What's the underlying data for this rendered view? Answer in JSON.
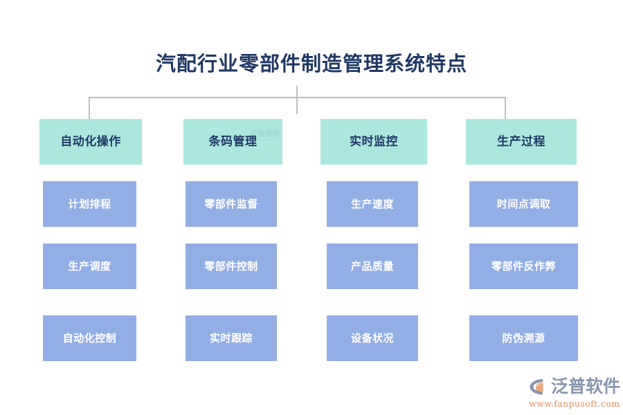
{
  "page": {
    "title": "汽配行业零部件制造管理系统特点",
    "background_color": "#ffffff",
    "title_color": "#1f3864",
    "header_box_color": "#abe7df",
    "leaf_box_color": "#93aee5",
    "connector_color": "#bfbfbf"
  },
  "columns": [
    {
      "header": "自动化操作",
      "items": [
        "计划排程",
        "生产调度",
        "自动化控制"
      ]
    },
    {
      "header": "条码管理",
      "items": [
        "零部件监督",
        "零部件控制",
        "实时跟踪"
      ]
    },
    {
      "header": "实时监控",
      "items": [
        "生产速度",
        "产品质量",
        "设备状况"
      ]
    },
    {
      "header": "生产过程",
      "items": [
        "时间点调取",
        "零部件反作弊",
        "防伪溯源"
      ]
    }
  ],
  "watermark": {
    "name": "泛普软件",
    "url": "www.fanpusoft.com"
  },
  "logo": {
    "name": "泛普软件",
    "url": "www.fanpusoft.com",
    "mark_color_blue": "#8795ad",
    "mark_color_orange": "#e8a87c",
    "text_color": "#8795ad",
    "url_color": "#e08a5a"
  }
}
